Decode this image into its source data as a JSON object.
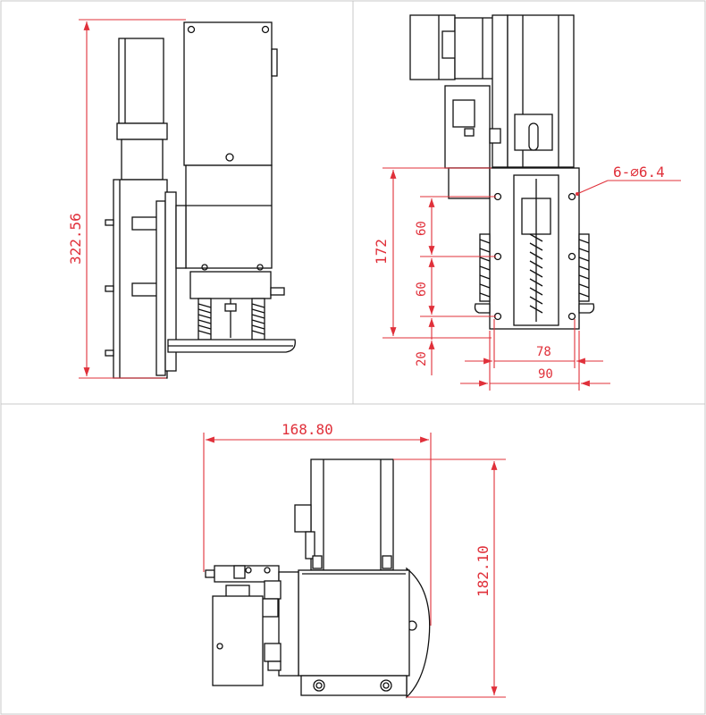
{
  "colors": {
    "dimension": "#e0303a",
    "line": "#111111",
    "frame": "#c8c8c8",
    "background": "#ffffff"
  },
  "views": {
    "side": {
      "height_label": "322.56"
    },
    "front": {
      "hole_label": "6-∅6.4",
      "height_label": "172",
      "pitch_upper_label": "60",
      "pitch_lower_label": "60",
      "offset_label": "20",
      "inner_width_label": "78",
      "outer_width_label": "90"
    },
    "top": {
      "width_label": "168.80",
      "depth_label": "182.10"
    }
  }
}
